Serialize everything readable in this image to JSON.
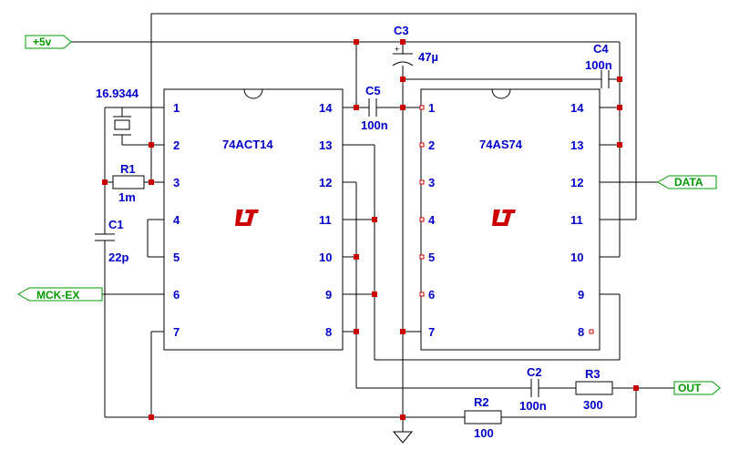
{
  "chips": {
    "u1": {
      "name": "74ACT14",
      "left_pins": [
        "1",
        "2",
        "3",
        "4",
        "5",
        "6",
        "7"
      ],
      "right_pins": [
        "14",
        "13",
        "12",
        "11",
        "10",
        "9",
        "8"
      ]
    },
    "u2": {
      "name": "74AS74",
      "left_pins": [
        "1",
        "2",
        "3",
        "4",
        "5",
        "6",
        "7"
      ],
      "right_pins": [
        "14",
        "13",
        "12",
        "11",
        "10",
        "9",
        "8"
      ]
    }
  },
  "components": {
    "crystal": {
      "value": "16.9344"
    },
    "r1": {
      "ref": "R1",
      "value": "1m"
    },
    "c1": {
      "ref": "C1",
      "value": "22p"
    },
    "c3": {
      "ref": "C3",
      "value": "47µ",
      "polarity": "+"
    },
    "c4": {
      "ref": "C4",
      "value": "100n"
    },
    "c5": {
      "ref": "C5",
      "value": "100n"
    },
    "c2": {
      "ref": "C2",
      "value": "100n"
    },
    "r2": {
      "ref": "R2",
      "value": "100"
    },
    "r3": {
      "ref": "R3",
      "value": "300"
    }
  },
  "nets": {
    "vcc": "+5v",
    "mck": "MCK-EX",
    "data": "DATA",
    "out": "OUT"
  },
  "colors": {
    "wire": "#000000",
    "label": "#0000cc",
    "net_label": "#009900",
    "junction": "#cc0000"
  }
}
